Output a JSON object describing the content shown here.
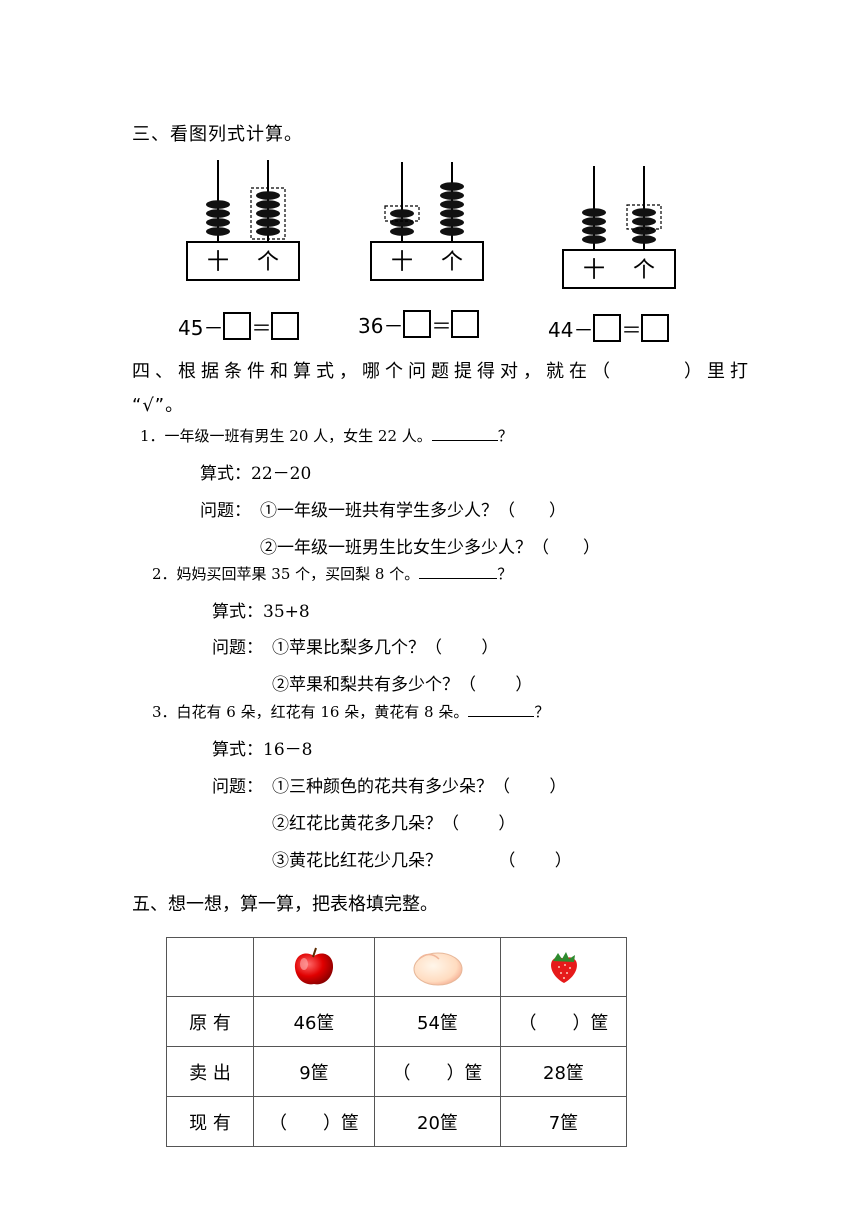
{
  "section3": {
    "title": "三、看图列式计算。",
    "abacus": [
      {
        "tens_label": "十",
        "ones_label": "个",
        "tens": 4,
        "ones": 5,
        "ones_boxed": 5,
        "tens_boxed": 0,
        "equation_prefix": "45－"
      },
      {
        "tens_label": "十",
        "ones_label": "个",
        "tens": 3,
        "ones": 6,
        "ones_boxed": 0,
        "tens_boxed": 1,
        "equation_prefix": "36－"
      },
      {
        "tens_label": "十",
        "ones_label": "个",
        "tens": 4,
        "ones": 4,
        "ones_boxed": 2,
        "tens_boxed": 0,
        "equation_prefix": "44－"
      }
    ],
    "equals": "＝"
  },
  "section4": {
    "title_line1": "四、根据条件和算式，哪个问题提得对，就在（　　　）里打",
    "title_line2": "“√”。",
    "problems": [
      {
        "condition": "1．一年级一班有男生 20 人，女生 22 人。",
        "condition_end": "？",
        "formula": "算式：22－20",
        "question_label": "问题：",
        "questions": [
          "①一年级一班共有学生多少人？（　　）",
          "②一年级一班男生比女生少多少人？（　　）"
        ]
      },
      {
        "condition": "2．妈妈买回苹果 35 个，买回梨 8 个。",
        "condition_end": "？",
        "formula": "算式：35+8",
        "question_label": "问题：",
        "questions": [
          "①苹果比梨多几个？（　　 ）",
          "②苹果和梨共有多少个？（　　 ）"
        ]
      },
      {
        "condition": "3．白花有 6 朵，红花有 16 朵，黄花有 8 朵。",
        "condition_end": "？",
        "formula": "算式：16－8",
        "question_label": "问题：",
        "questions": [
          "①三种颜色的花共有多少朵？（　　 ）",
          "②红花比黄花多几朵？（　　 ）",
          "③黄花比红花少几朵？　　　 （　　 ）"
        ]
      }
    ]
  },
  "section5": {
    "title": "五、想一想，算一算，把表格填完整。",
    "fruits": [
      "apple-icon",
      "peach-icon",
      "strawberry-icon"
    ],
    "rows": [
      {
        "label": "原 有",
        "cells": [
          "46筐",
          "54筐",
          "（　　）筐"
        ]
      },
      {
        "label": "卖 出",
        "cells": [
          "9筐",
          "（　　）筐",
          "28筐"
        ]
      },
      {
        "label": "现 有",
        "cells": [
          "（　　）筐",
          "20筐",
          "7筐"
        ]
      }
    ]
  }
}
